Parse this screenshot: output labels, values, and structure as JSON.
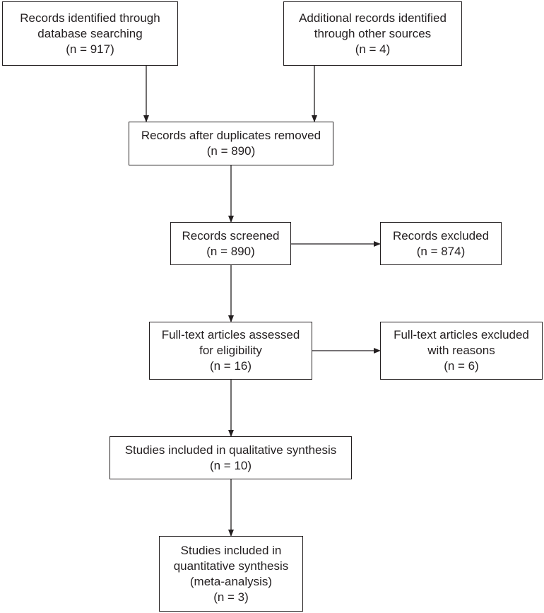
{
  "diagram": {
    "boxes": {
      "db_search": {
        "lines": [
          "Records identified through",
          "database searching",
          "(n = 917)"
        ]
      },
      "other_sources": {
        "lines": [
          "Additional records identified",
          "through other sources",
          "(n = 4)"
        ]
      },
      "after_duplicates": {
        "lines": [
          "Records after duplicates removed",
          "(n = 890)"
        ]
      },
      "screened": {
        "lines": [
          "Records screened",
          "(n = 890)"
        ]
      },
      "excluded": {
        "lines": [
          "Records excluded",
          "(n = 874)"
        ]
      },
      "full_text_assessed": {
        "lines": [
          "Full-text articles assessed",
          "for eligibility",
          "(n = 16)"
        ]
      },
      "full_text_excluded": {
        "lines": [
          "Full-text articles excluded",
          "with reasons",
          "(n = 6)"
        ]
      },
      "qualitative": {
        "lines": [
          "Studies included in qualitative synthesis",
          "(n = 10)"
        ]
      },
      "quantitative": {
        "lines": [
          "Studies included in",
          "quantitative synthesis",
          "(meta-analysis)",
          "(n = 3)"
        ]
      }
    },
    "colors": {
      "stroke": "#231f20",
      "text": "#231f20",
      "background": "#ffffff"
    }
  }
}
